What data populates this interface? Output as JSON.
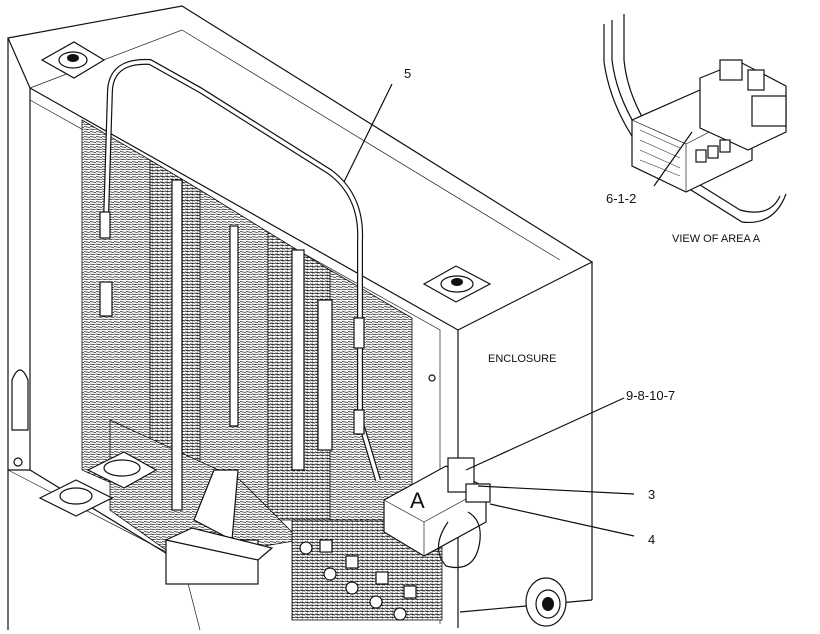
{
  "callouts": {
    "harness": "5",
    "connector_view": "6-1-2",
    "view_caption": "VIEW OF AREA A",
    "enclosure": "ENCLOSURE",
    "fasteners": "9-8-10-7",
    "part_3": "3",
    "part_4": "4",
    "area_marker": "A"
  }
}
